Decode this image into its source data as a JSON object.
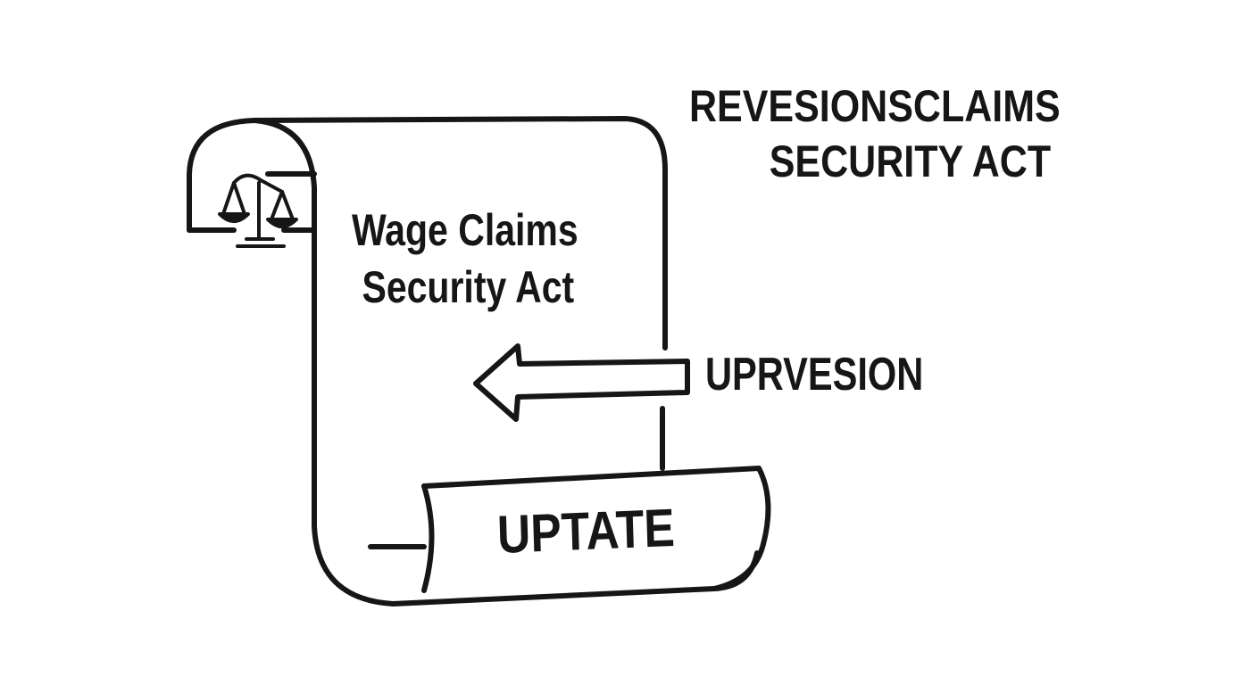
{
  "heading": {
    "line1": "REVESIONSCLAIMS",
    "line2": "SECURITY ACT"
  },
  "scroll": {
    "title_line1": "Wage Claims",
    "title_line2": "Security Act",
    "ribbon_label": "UPTATE"
  },
  "arrow_label": "UPRVESION",
  "icons": {
    "scales": "scales-of-justice-icon",
    "arrow": "arrow-left-icon"
  },
  "colors": {
    "ink": "#161616",
    "background": "#ffffff"
  }
}
